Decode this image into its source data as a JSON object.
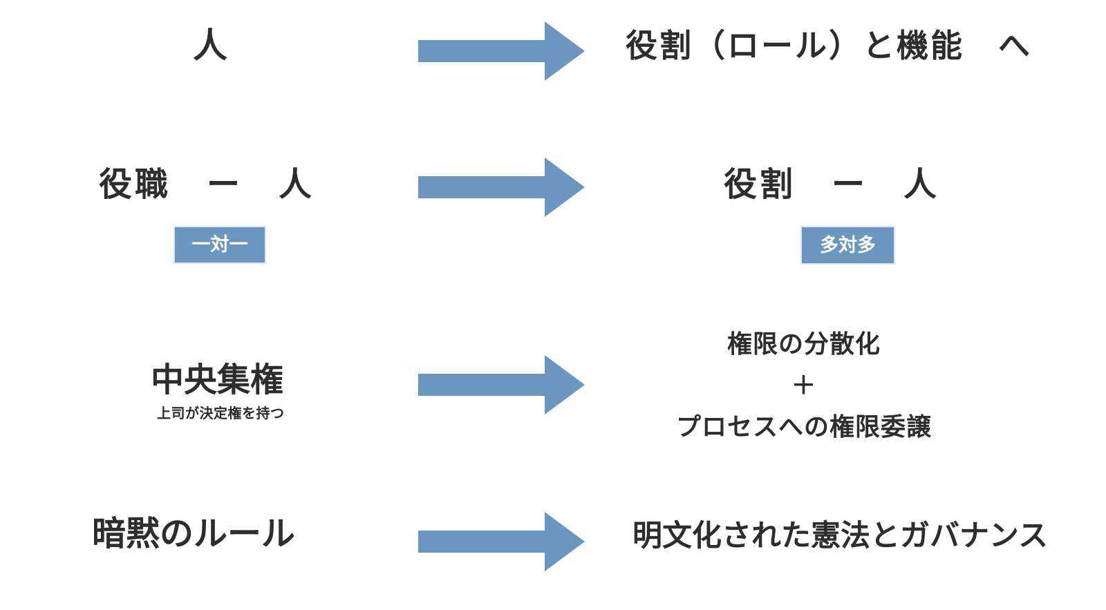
{
  "diagram": {
    "colors": {
      "background": "#ffffff",
      "text": "#2d2d2d",
      "arrow_fill": "#6a96c0",
      "badge_bg": "#6a96c0",
      "badge_border": "#dfe8ef",
      "badge_text": "#ffffff"
    },
    "icons": {
      "arrow": "right-arrow"
    },
    "rows": [
      {
        "left": {
          "label": "人"
        },
        "right": {
          "label": "役割（ロール）と機能　へ"
        }
      },
      {
        "left": {
          "label": "役職　ー　人",
          "badge": "一対一"
        },
        "right": {
          "label": "役割　ー　人",
          "badge": "多対多"
        }
      },
      {
        "left": {
          "label": "中央集権",
          "sublabel": "上司が決定権を持つ"
        },
        "right": {
          "lines": [
            "権限の分散化",
            "＋",
            "プロセスへの権限委譲"
          ]
        }
      },
      {
        "left": {
          "label": "暗黙のルール"
        },
        "right": {
          "label": "明文化された憲法とガバナンス"
        }
      }
    ]
  }
}
